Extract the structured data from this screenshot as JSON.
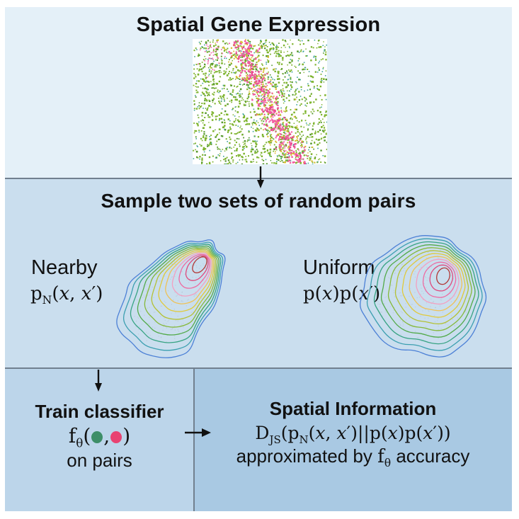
{
  "title_section": {
    "title": "Spatial Gene Expression"
  },
  "sample_section": {
    "title": "Sample two sets of random pairs",
    "nearby": {
      "label": "Nearby",
      "formula": [
        {
          "t": "p"
        },
        {
          "t": "N",
          "style": "sub"
        },
        {
          "t": "("
        },
        {
          "t": "x",
          "style": "it"
        },
        {
          "t": ", "
        },
        {
          "t": "x",
          "style": "it"
        },
        {
          "t": "′"
        },
        {
          "t": ")"
        }
      ]
    },
    "uniform": {
      "label": "Uniform",
      "formula": [
        {
          "t": "p"
        },
        {
          "t": "("
        },
        {
          "t": "x",
          "style": "it"
        },
        {
          "t": ")"
        },
        {
          "t": "p"
        },
        {
          "t": "("
        },
        {
          "t": "x",
          "style": "it"
        },
        {
          "t": "′"
        },
        {
          "t": ")"
        }
      ]
    }
  },
  "classifier_panel": {
    "title": "Train classifier",
    "formula_left": [
      {
        "t": "f"
      },
      {
        "t": "θ",
        "style": "sub"
      },
      {
        "t": "("
      }
    ],
    "comma": ",",
    "formula_right": [
      {
        "t": ")"
      }
    ],
    "line3": "on pairs",
    "dot_colors": {
      "green": "#3d8e68",
      "pink": "#e84372"
    }
  },
  "info_panel": {
    "title": "Spatial Information",
    "formula": [
      {
        "t": "D"
      },
      {
        "t": "JS",
        "style": "sub"
      },
      {
        "t": "("
      },
      {
        "t": "p"
      },
      {
        "t": "N",
        "style": "sub"
      },
      {
        "t": "("
      },
      {
        "t": "x",
        "style": "it"
      },
      {
        "t": ", "
      },
      {
        "t": "x",
        "style": "it"
      },
      {
        "t": "′"
      },
      {
        "t": ")"
      },
      {
        "t": "||"
      },
      {
        "t": "p"
      },
      {
        "t": "("
      },
      {
        "t": "x",
        "style": "it"
      },
      {
        "t": ")"
      },
      {
        "t": "p"
      },
      {
        "t": "("
      },
      {
        "t": "x",
        "style": "it"
      },
      {
        "t": "′"
      },
      {
        "t": ")"
      },
      {
        "t": ")"
      }
    ],
    "approx_line": [
      {
        "t": "approximated by "
      },
      {
        "t": "f",
        "style": "math"
      },
      {
        "t": "θ",
        "style": "mathsub"
      },
      {
        "t": " accuracy"
      }
    ]
  },
  "colors": {
    "page_bg": "#ffffff",
    "section1_bg": "#e4f0f8",
    "section2_bg": "#cadeee",
    "panel_left_bg": "#bcd5ea",
    "panel_right_bg": "#a9c9e3",
    "divider": "#71808f",
    "arrow": "#111111",
    "text": "#111111",
    "scatter_bg": "#ffffff"
  },
  "contour_plots": {
    "ring_colors_outer_to_inner": [
      "#4c80d6",
      "#3c9fb0",
      "#37a383",
      "#52aa49",
      "#85b83a",
      "#b4c135",
      "#e0ca3c",
      "#eec258",
      "#f3a0c0",
      "#ee6ba1",
      "#df4a7d",
      "#b23836"
    ],
    "speckle_color": "#9aa6b2"
  },
  "scatter_plot": {
    "dot_colors": {
      "green": "#7db32c",
      "dark_green": "#55982c",
      "teal": "#3fa39b",
      "pink": "#f25ca2",
      "magenta": "#e8458b",
      "orange": "#d9bc33"
    }
  }
}
